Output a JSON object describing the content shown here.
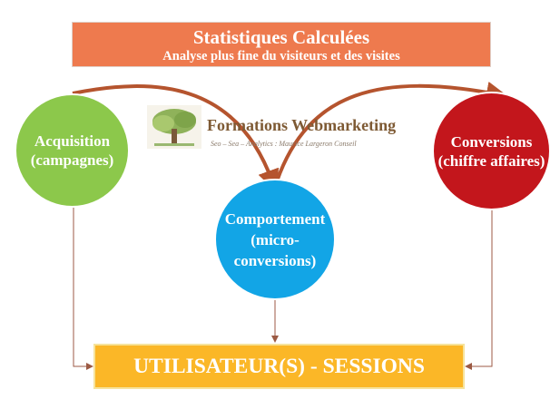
{
  "header": {
    "title": "Statistiques Calculées",
    "subtitle": "Analyse plus fine du visiteurs et des visites"
  },
  "nodes": {
    "acquisition": "Acquisition (campagnes)",
    "comportement": "Comportement (micro-conversions)",
    "conversions": "Conversions (chiffre affaires)",
    "utilisateurs": "UTILISATEUR(S) - SESSIONS"
  },
  "logo": {
    "brand": "Formations Webmarketing",
    "tagline": "Seo – Sea – Analytics : Maurice Largeron Conseil"
  },
  "colors": {
    "title_bg": "#ee7a4e",
    "acquisition": "#8cc84b",
    "comportement": "#12a5e6",
    "conversions": "#c3161c",
    "utilisateurs": "#fbb727",
    "arrow_curve": "#b5542e",
    "arrow_line": "#9c5a44"
  }
}
